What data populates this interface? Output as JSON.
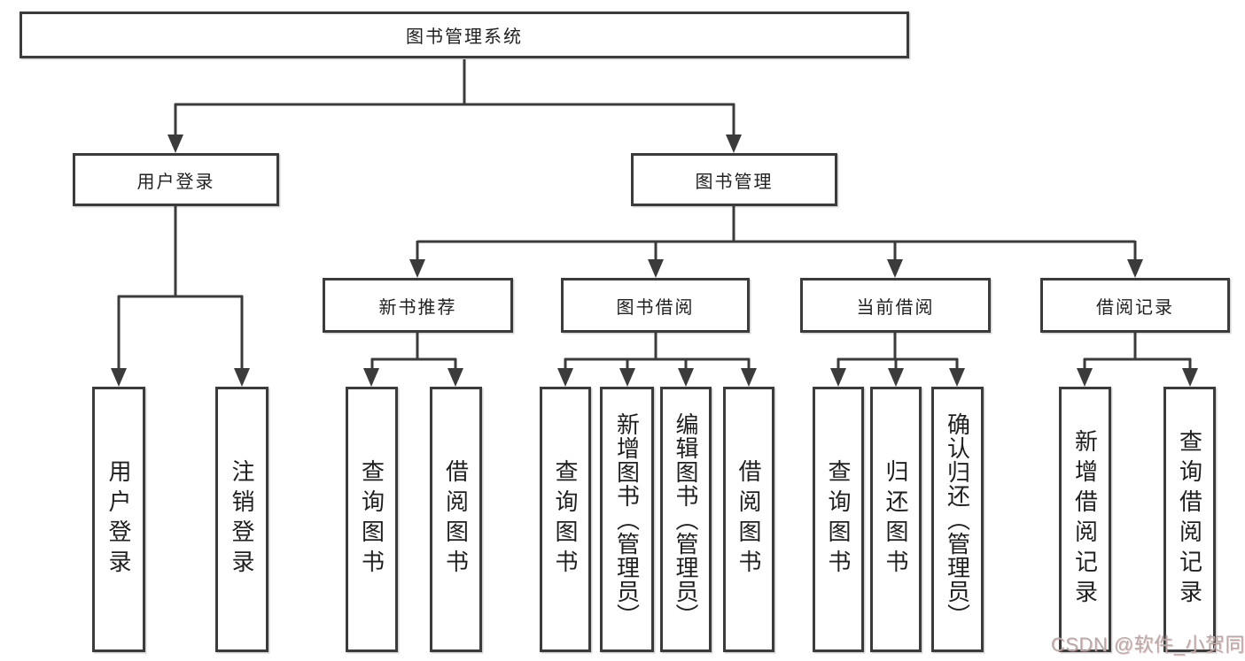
{
  "diagram_title": "图书管理系统",
  "colors": {
    "box_border": "#3b3b3b",
    "connector": "#3b3b3b",
    "text": "#1f1f1f",
    "background": "#ffffff",
    "watermark": "#b3aaaa"
  },
  "tree": {
    "root": {
      "label": "图书管理系统"
    },
    "level2": [
      {
        "label": "用户登录",
        "parent": "图书管理系统",
        "children_labels": [
          "用户登录",
          "注销登录"
        ]
      },
      {
        "label": "图书管理",
        "parent": "图书管理系统",
        "children_labels": [
          "新书推荐",
          "图书借阅",
          "当前借阅",
          "借阅记录"
        ]
      }
    ],
    "level3": [
      {
        "label": "新书推荐",
        "parent": "图书管理",
        "children_labels": [
          "查询图书",
          "借阅图书"
        ]
      },
      {
        "label": "图书借阅",
        "parent": "图书管理",
        "children_labels": [
          "查询图书",
          "新增图书（管理员）",
          "编辑图书（管理员）",
          "借阅图书"
        ]
      },
      {
        "label": "当前借阅",
        "parent": "图书管理",
        "children_labels": [
          "查询图书",
          "归还图书",
          "确认归还（管理员）"
        ]
      },
      {
        "label": "借阅记录",
        "parent": "图书管理",
        "children_labels": [
          "新增借阅记录",
          "查询借阅记录"
        ]
      }
    ],
    "leaves": [
      {
        "label": "用户登录",
        "parent": "用户登录"
      },
      {
        "label": "注销登录",
        "parent": "用户登录"
      },
      {
        "label": "查询图书",
        "parent": "新书推荐"
      },
      {
        "label": "借阅图书",
        "parent": "新书推荐"
      },
      {
        "label": "查询图书",
        "parent": "图书借阅"
      },
      {
        "label": "新增图书（管理员）",
        "parent": "图书借阅"
      },
      {
        "label": "编辑图书（管理员）",
        "parent": "图书借阅"
      },
      {
        "label": "借阅图书",
        "parent": "图书借阅"
      },
      {
        "label": "查询图书",
        "parent": "当前借阅"
      },
      {
        "label": "归还图书",
        "parent": "当前借阅"
      },
      {
        "label": "确认归还（管理员）",
        "parent": "当前借阅"
      },
      {
        "label": "新增借阅记录",
        "parent": "借阅记录"
      },
      {
        "label": "查询借阅记录",
        "parent": "借阅记录"
      }
    ]
  },
  "watermark": {
    "text": "CSDN @软件_小贺同学"
  }
}
